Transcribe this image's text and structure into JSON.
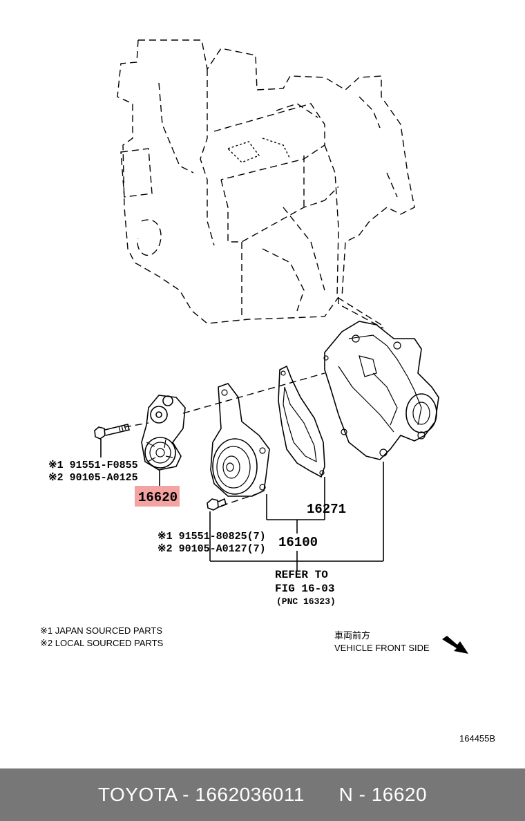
{
  "part_labels": {
    "tensioner": "16620",
    "gasket": "16271",
    "water_pump": "16100"
  },
  "fastener_left": {
    "line1": "※1 91551-F0855",
    "line2": "※2 90105-A0125"
  },
  "fastener_right": {
    "line1": "※1 91551-80825(7)",
    "line2": "※2 90105-A0127(7)"
  },
  "refer": {
    "line1": "REFER TO",
    "line2": "FIG 16-03",
    "line3": "(PNC 16323)"
  },
  "legend": {
    "note1": "※1 JAPAN SOURCED PARTS",
    "note2": "※2 LOCAL SOURCED PARTS"
  },
  "direction": {
    "japanese": "車両前方",
    "english": "VEHICLE FRONT SIDE"
  },
  "illustration_id": "164455B",
  "footer": {
    "brand_part": "TOYOTA - 1662036011",
    "ref": "N - 16620"
  },
  "colors": {
    "highlight": "#f4a3a3",
    "footer_bg": "#777777"
  }
}
